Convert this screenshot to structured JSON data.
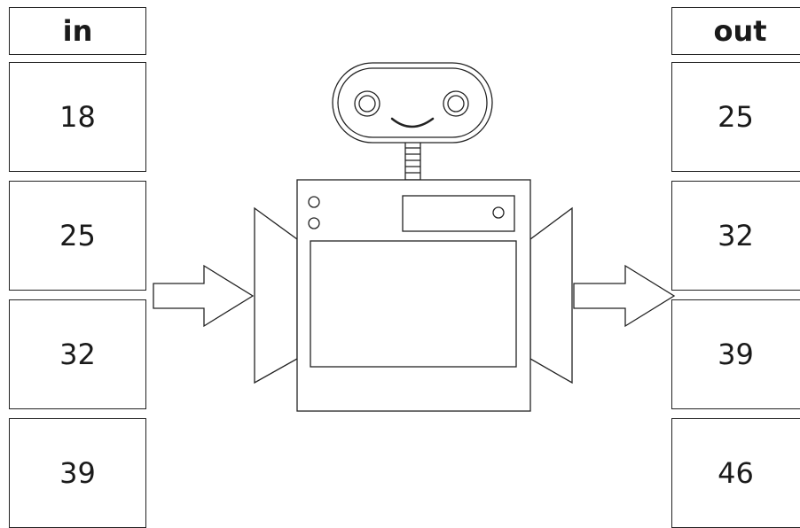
{
  "in_column": {
    "header": "in",
    "values": [
      "18",
      "25",
      "32",
      "39"
    ]
  },
  "out_column": {
    "header": "out",
    "values": [
      "25",
      "32",
      "39",
      "46"
    ]
  }
}
